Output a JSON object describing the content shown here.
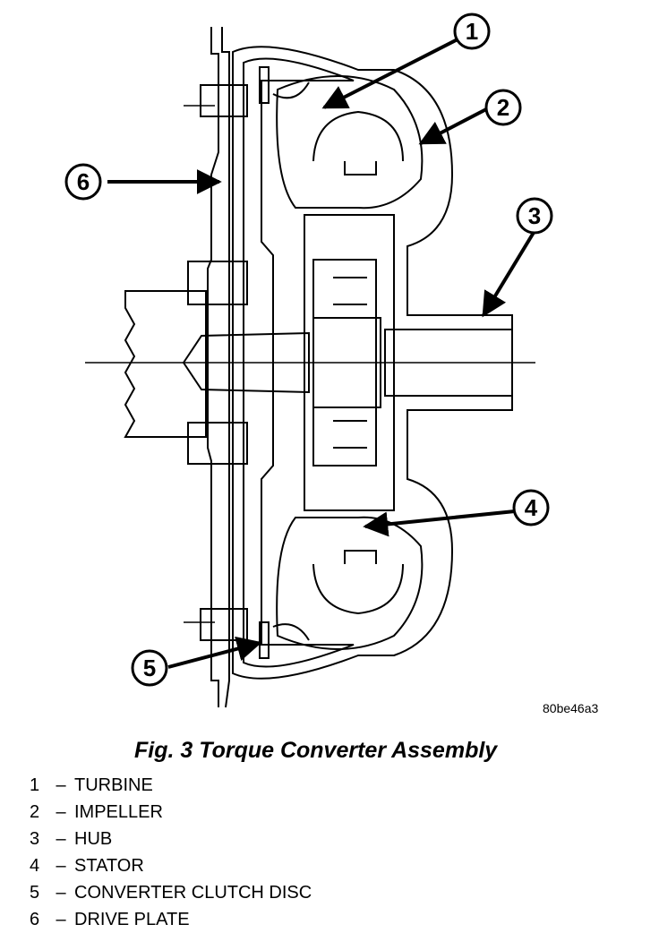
{
  "figure": {
    "code": "80be46a3",
    "caption": "Fig. 3 Torque Converter Assembly"
  },
  "callouts": [
    "1",
    "2",
    "3",
    "4",
    "5",
    "6"
  ],
  "legend": [
    {
      "num": "1",
      "sep": "–",
      "label": "TURBINE"
    },
    {
      "num": "2",
      "sep": "–",
      "label": "IMPELLER"
    },
    {
      "num": "3",
      "sep": "–",
      "label": "HUB"
    },
    {
      "num": "4",
      "sep": "–",
      "label": "STATOR"
    },
    {
      "num": "5",
      "sep": "–",
      "label": "CONVERTER CLUTCH DISC"
    },
    {
      "num": "6",
      "sep": "–",
      "label": "DRIVE PLATE"
    }
  ]
}
